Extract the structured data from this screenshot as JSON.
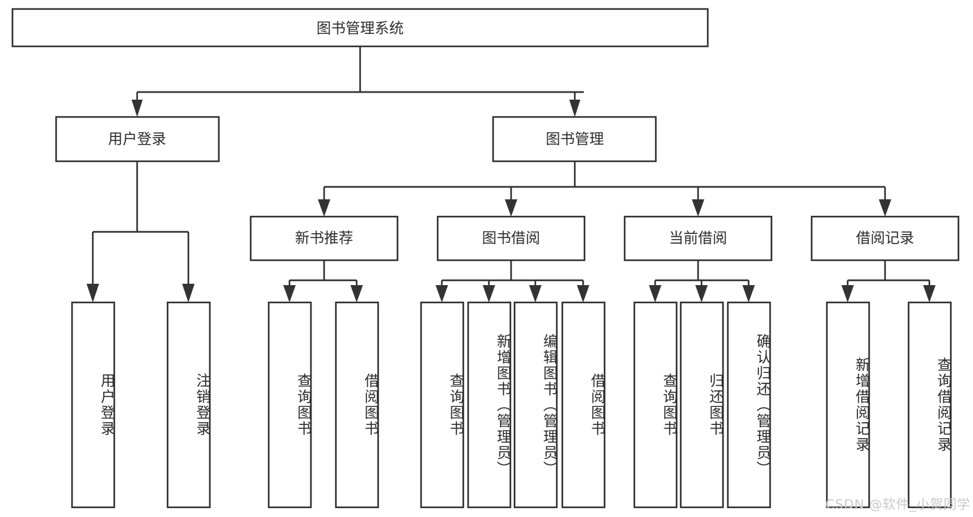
{
  "diagram": {
    "title": "图书管理系统",
    "type": "tree-hierarchy-chart",
    "root": {
      "label": "图书管理系统"
    },
    "level2": [
      {
        "label": "用户登录"
      },
      {
        "label": "图书管理"
      }
    ],
    "level3": [
      {
        "label": "新书推荐"
      },
      {
        "label": "图书借阅"
      },
      {
        "label": "当前借阅"
      },
      {
        "label": "借阅记录"
      }
    ],
    "leaves": {
      "user_login": [
        {
          "label": "用户登录"
        },
        {
          "label": "注销登录"
        }
      ],
      "new_book_recommend": [
        {
          "label": "查询图书"
        },
        {
          "label": "借阅图书"
        }
      ],
      "book_borrow": [
        {
          "label": "查询图书"
        },
        {
          "label": "新增图书（管理员）"
        },
        {
          "label": "编辑图书（管理员）"
        },
        {
          "label": "借阅图书"
        }
      ],
      "current_borrow": [
        {
          "label": "查询图书"
        },
        {
          "label": "归还图书"
        },
        {
          "label": "确认归还（管理员）"
        }
      ],
      "borrow_record": [
        {
          "label": "新增借阅记录"
        },
        {
          "label": "查询借阅记录"
        }
      ]
    }
  },
  "watermark": {
    "text": "CSDN @软件_小贺同学"
  },
  "colors": {
    "stroke": "#333333",
    "text": "#2b2b2b",
    "background": "#ffffff",
    "watermark": "#c9c9c9"
  }
}
